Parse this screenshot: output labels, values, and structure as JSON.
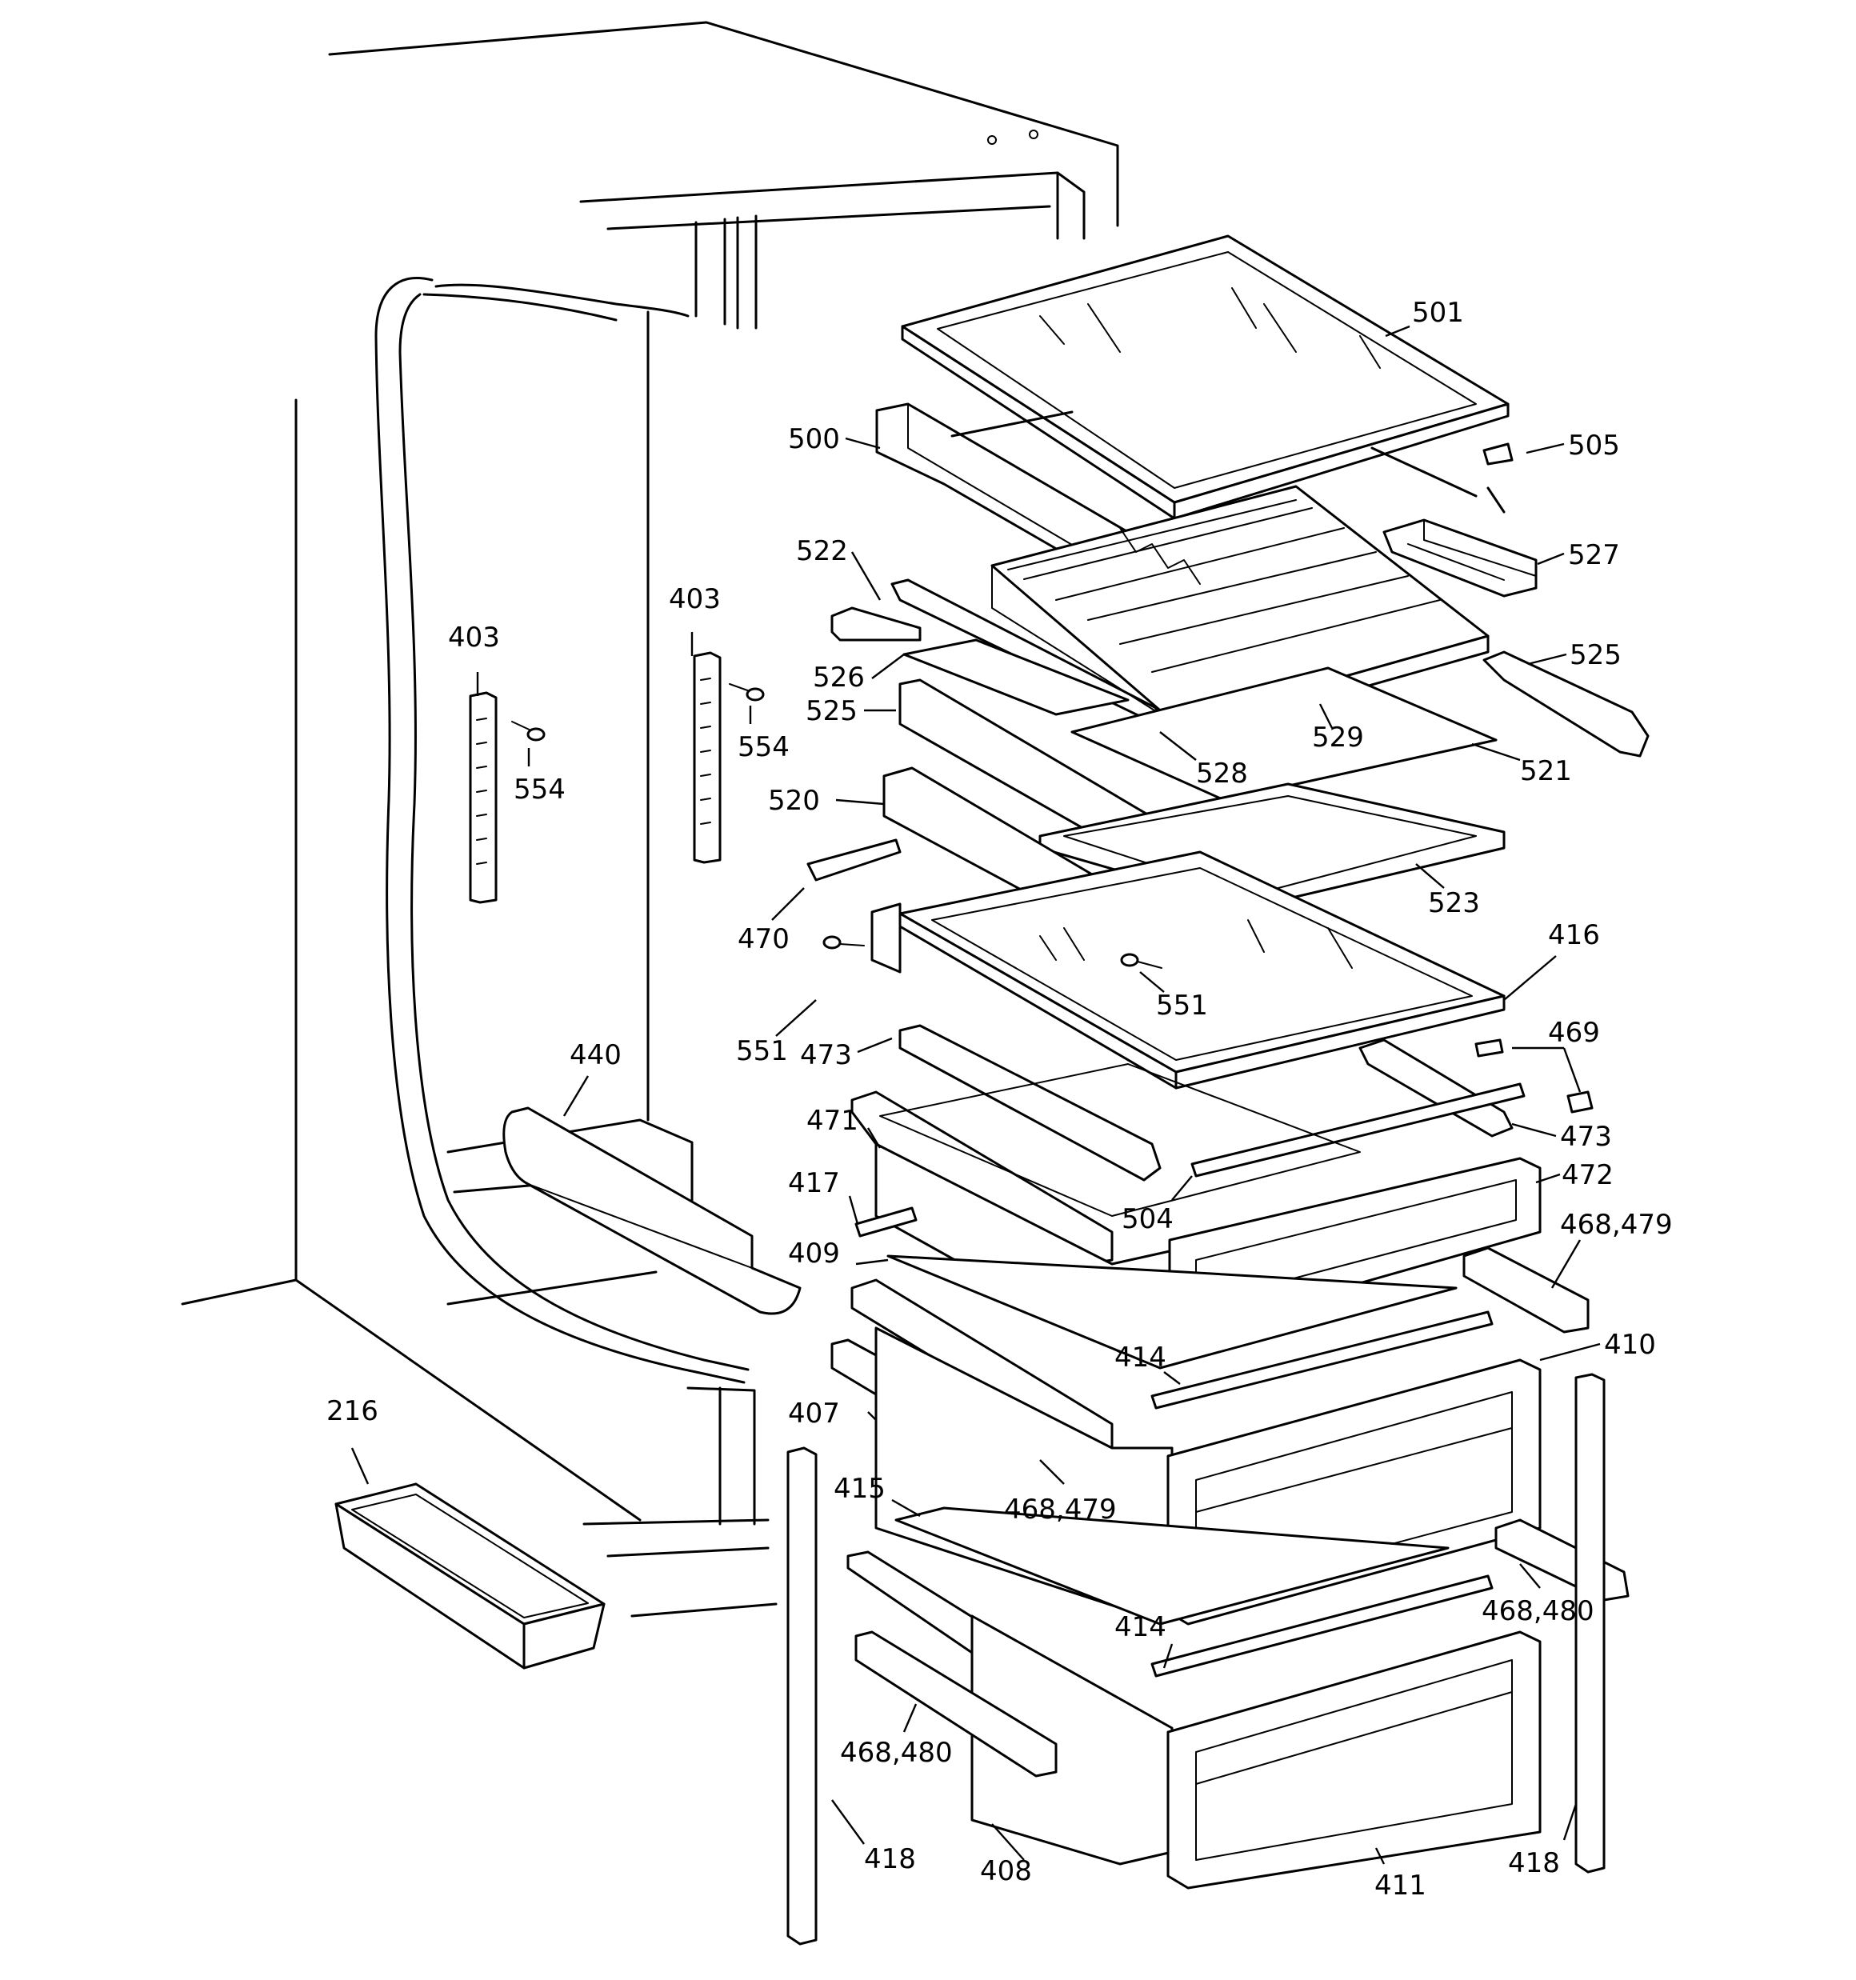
{
  "labels": {
    "p501": "501",
    "p500": "500",
    "p505": "505",
    "p527": "527",
    "p522": "522",
    "p526": "526",
    "p525a": "525",
    "p525b": "525",
    "p528": "528",
    "p529": "529",
    "p521": "521",
    "p520": "520",
    "p523": "523",
    "p470": "470",
    "p416": "416",
    "p551a": "551",
    "p551b": "551",
    "p469": "469",
    "p473a": "473",
    "p473b": "473",
    "p471": "471",
    "p472": "472",
    "p417": "417",
    "p504": "504",
    "p409": "409",
    "p468_479a": "468,479",
    "p468_479b": "468,479",
    "p414a": "414",
    "p414b": "414",
    "p410": "410",
    "p407": "407",
    "p415": "415",
    "p468_480a": "468,480",
    "p468_480b": "468,480",
    "p418a": "418",
    "p418b": "418",
    "p408": "408",
    "p411": "411",
    "p403a": "403",
    "p403b": "403",
    "p554a": "554",
    "p554b": "554",
    "p440": "440",
    "p216": "216"
  }
}
